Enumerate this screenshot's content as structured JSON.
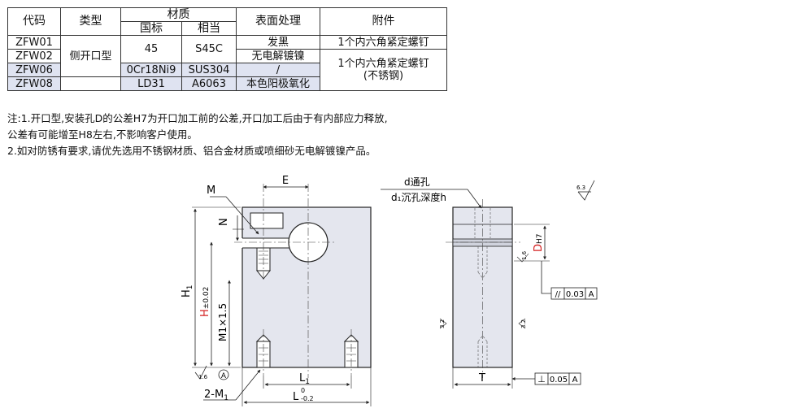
{
  "table": {
    "headers": {
      "code": "代码",
      "type": "类型",
      "material": "材质",
      "material_gb": "国标",
      "material_equiv": "相当",
      "surface": "表面处理",
      "accessory": "附件"
    },
    "type_value": "侧开口型",
    "rows": [
      {
        "code": "ZFW01"
      },
      {
        "code": "ZFW02"
      },
      {
        "code": "ZFW06"
      },
      {
        "code": "ZFW08"
      }
    ],
    "material_45": "45",
    "material_s45c": "S45C",
    "material_0cr": "0Cr18Ni9",
    "material_sus": "SUS304",
    "material_ld31": "LD31",
    "material_a6063": "A6063",
    "surface_black": "发黑",
    "surface_nickel": "无电解镀镍",
    "surface_none": "/",
    "surface_anodize": "本色阳极氧化",
    "accessory_1": "1个内六角紧定螺钉",
    "accessory_2a": "1个内六角紧定螺钉",
    "accessory_2b": "(不锈钢)"
  },
  "notes": {
    "line1": "注:1.开口型,安装孔D的公差H7为开口加工前的公差,开口加工后由于有内部应力释放,",
    "line2": "公差有可能增至H8左右,不影响客户使用。",
    "line3": "2.如对防锈有要求,请优先选用不锈钢材质、铝合金材质或喷细砂无电解镀镍产品。"
  },
  "drawing": {
    "label_E": "E",
    "label_M": "M",
    "label_N": "N",
    "label_H1": "H",
    "label_H1_sub": "1",
    "label_H": "H",
    "label_H_tol": "±0.02",
    "label_M15": "M1×1.5",
    "label_L1": "L",
    "label_L1_sub": "1",
    "label_L": "L",
    "label_L_tol_up": "0",
    "label_L_tol_dn": "-0.2",
    "label_2M1": "2-M",
    "label_2M1_sub": "1",
    "label_datumA": "A",
    "label_rough16": "1.6",
    "label_dhole": "d通孔",
    "label_d1hole": "d₁沉孔深度h",
    "label_D": "D",
    "label_D_tol": "H7",
    "label_T": "T",
    "label_rough63": "6.3",
    "label_rough32": "3.2",
    "label_tol1_sym": "//",
    "label_tol1_val": "0.03",
    "label_tol1_ref": "A",
    "label_tol2_sym": "⊥",
    "label_tol2_val": "0.05",
    "label_tol2_ref": "A"
  }
}
